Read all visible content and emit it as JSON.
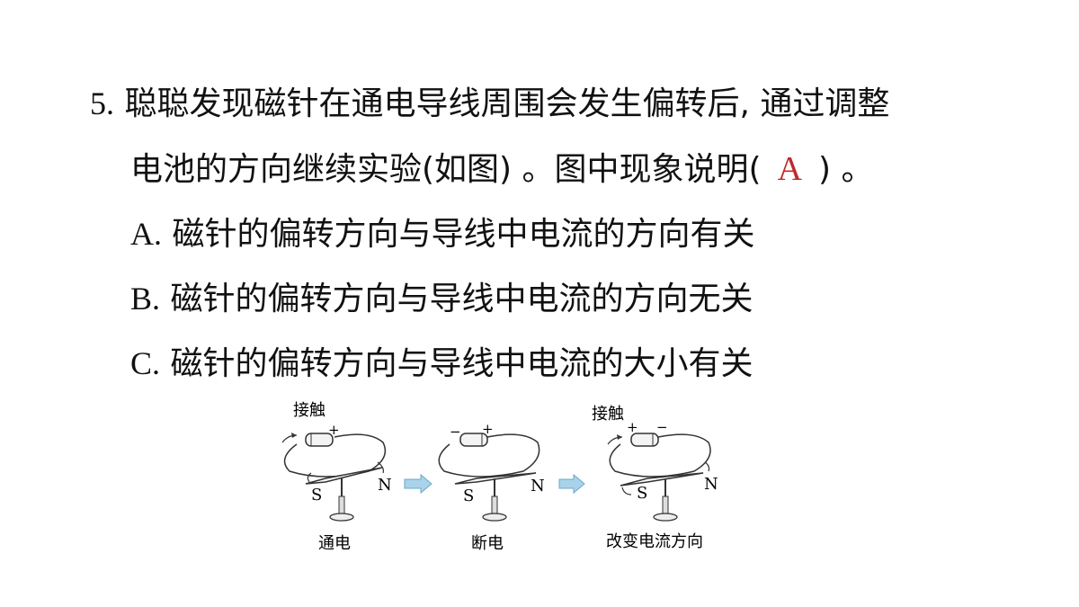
{
  "question": {
    "number": "5.",
    "line1": "聪聪发现磁针在通电导线周围会发生偏转后, 通过调整",
    "line2_before": "电池的方向继续实验(如图) 。图中现象说明(",
    "answer": "A",
    "line2_after": ") 。"
  },
  "options": [
    {
      "letter": "A.",
      "text": "磁针的偏转方向与导线中电流的方向有关"
    },
    {
      "letter": "B.",
      "text": "磁针的偏转方向与导线中电流的方向无关"
    },
    {
      "letter": "C.",
      "text": "磁针的偏转方向与导线中电流的大小有关"
    }
  ],
  "figure": {
    "panels": [
      {
        "caption": "通电",
        "top_label": "接触",
        "plus": "+",
        "minus": "",
        "s": "S",
        "n": "N"
      },
      {
        "caption": "断电",
        "top_label": "",
        "plus": "+",
        "minus": "−",
        "s": "S",
        "n": "N"
      },
      {
        "caption": "改变电流方向",
        "top_label": "接触",
        "plus": "+",
        "minus": "−",
        "s": "S",
        "n": "N"
      }
    ],
    "colors": {
      "line": "#333333",
      "arrow": "#a9d3ea",
      "answer": "#c0282d"
    }
  }
}
